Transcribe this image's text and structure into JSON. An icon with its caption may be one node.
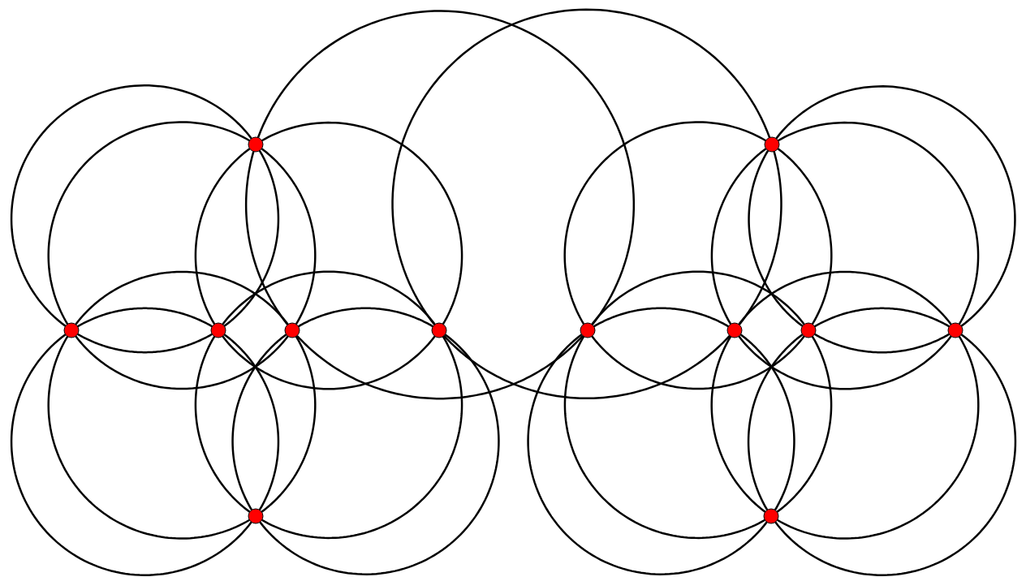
{
  "diagram": {
    "nodes": [
      {
        "text": [],
        "shape": "circle"
      },
      {
        "text": [],
        "shape": "circle"
      },
      {
        "text": [],
        "shape": "circle"
      },
      {
        "text": [],
        "shape": "circle"
      },
      {
        "text": [],
        "shape": "circle"
      },
      {
        "text": [],
        "shape": "circle"
      },
      {
        "text": [],
        "shape": "circle"
      },
      {
        "text": [],
        "shape": "circle"
      },
      {
        "text": [],
        "shape": "circle"
      },
      {
        "text": [],
        "shape": "circle"
      },
      {
        "text": [],
        "shape": "circle"
      },
      {
        "text": [],
        "shape": "circle"
      }
    ],
    "edges": [
      {
        "from": 0,
        "to": 2,
        "arrow": "none"
      },
      {
        "from": 0,
        "to": 3,
        "arrow": "none"
      },
      {
        "from": 2,
        "to": 3,
        "arrow": "none"
      },
      {
        "from": 0,
        "to": 2,
        "arrow": "none"
      },
      {
        "from": 0,
        "to": 4,
        "arrow": "none"
      },
      {
        "from": 2,
        "to": 4,
        "arrow": "none"
      },
      {
        "from": 0,
        "to": 3,
        "arrow": "none"
      },
      {
        "from": 0,
        "to": 5,
        "arrow": "none"
      },
      {
        "from": 3,
        "to": 5,
        "arrow": "none"
      },
      {
        "from": 0,
        "to": 4,
        "arrow": "none"
      },
      {
        "from": 0,
        "to": 6,
        "arrow": "none"
      },
      {
        "from": 4,
        "to": 6,
        "arrow": "none"
      },
      {
        "from": 2,
        "to": 3,
        "arrow": "none"
      },
      {
        "from": 2,
        "to": 10,
        "arrow": "none"
      },
      {
        "from": 3,
        "to": 10,
        "arrow": "none"
      },
      {
        "from": 2,
        "to": 4,
        "arrow": "none"
      },
      {
        "from": 2,
        "to": 10,
        "arrow": "none"
      },
      {
        "from": 4,
        "to": 10,
        "arrow": "none"
      },
      {
        "from": 3,
        "to": 5,
        "arrow": "none"
      },
      {
        "from": 3,
        "to": 10,
        "arrow": "none"
      },
      {
        "from": 5,
        "to": 10,
        "arrow": "none"
      },
      {
        "from": 4,
        "to": 5,
        "arrow": "none"
      },
      {
        "from": 4,
        "to": 10,
        "arrow": "none"
      },
      {
        "from": 5,
        "to": 10,
        "arrow": "none"
      },
      {
        "from": 1,
        "to": 5,
        "arrow": "none"
      },
      {
        "from": 1,
        "to": 7,
        "arrow": "none"
      },
      {
        "from": 5,
        "to": 7,
        "arrow": "none"
      },
      {
        "from": 1,
        "to": 6,
        "arrow": "none"
      },
      {
        "from": 1,
        "to": 8,
        "arrow": "none"
      },
      {
        "from": 6,
        "to": 8,
        "arrow": "none"
      },
      {
        "from": 1,
        "to": 7,
        "arrow": "none"
      },
      {
        "from": 1,
        "to": 9,
        "arrow": "none"
      },
      {
        "from": 7,
        "to": 9,
        "arrow": "none"
      },
      {
        "from": 1,
        "to": 8,
        "arrow": "none"
      },
      {
        "from": 1,
        "to": 9,
        "arrow": "none"
      },
      {
        "from": 8,
        "to": 9,
        "arrow": "none"
      },
      {
        "from": 6,
        "to": 7,
        "arrow": "none"
      },
      {
        "from": 6,
        "to": 11,
        "arrow": "none"
      },
      {
        "from": 7,
        "to": 11,
        "arrow": "none"
      },
      {
        "from": 6,
        "to": 8,
        "arrow": "none"
      },
      {
        "from": 6,
        "to": 11,
        "arrow": "none"
      },
      {
        "from": 8,
        "to": 11,
        "arrow": "none"
      },
      {
        "from": 7,
        "to": 9,
        "arrow": "none"
      },
      {
        "from": 7,
        "to": 11,
        "arrow": "none"
      },
      {
        "from": 9,
        "to": 11,
        "arrow": "none"
      },
      {
        "from": 8,
        "to": 9,
        "arrow": "none"
      },
      {
        "from": 8,
        "to": 11,
        "arrow": "none"
      },
      {
        "from": 9,
        "to": 11,
        "arrow": "none"
      }
    ]
  }
}
